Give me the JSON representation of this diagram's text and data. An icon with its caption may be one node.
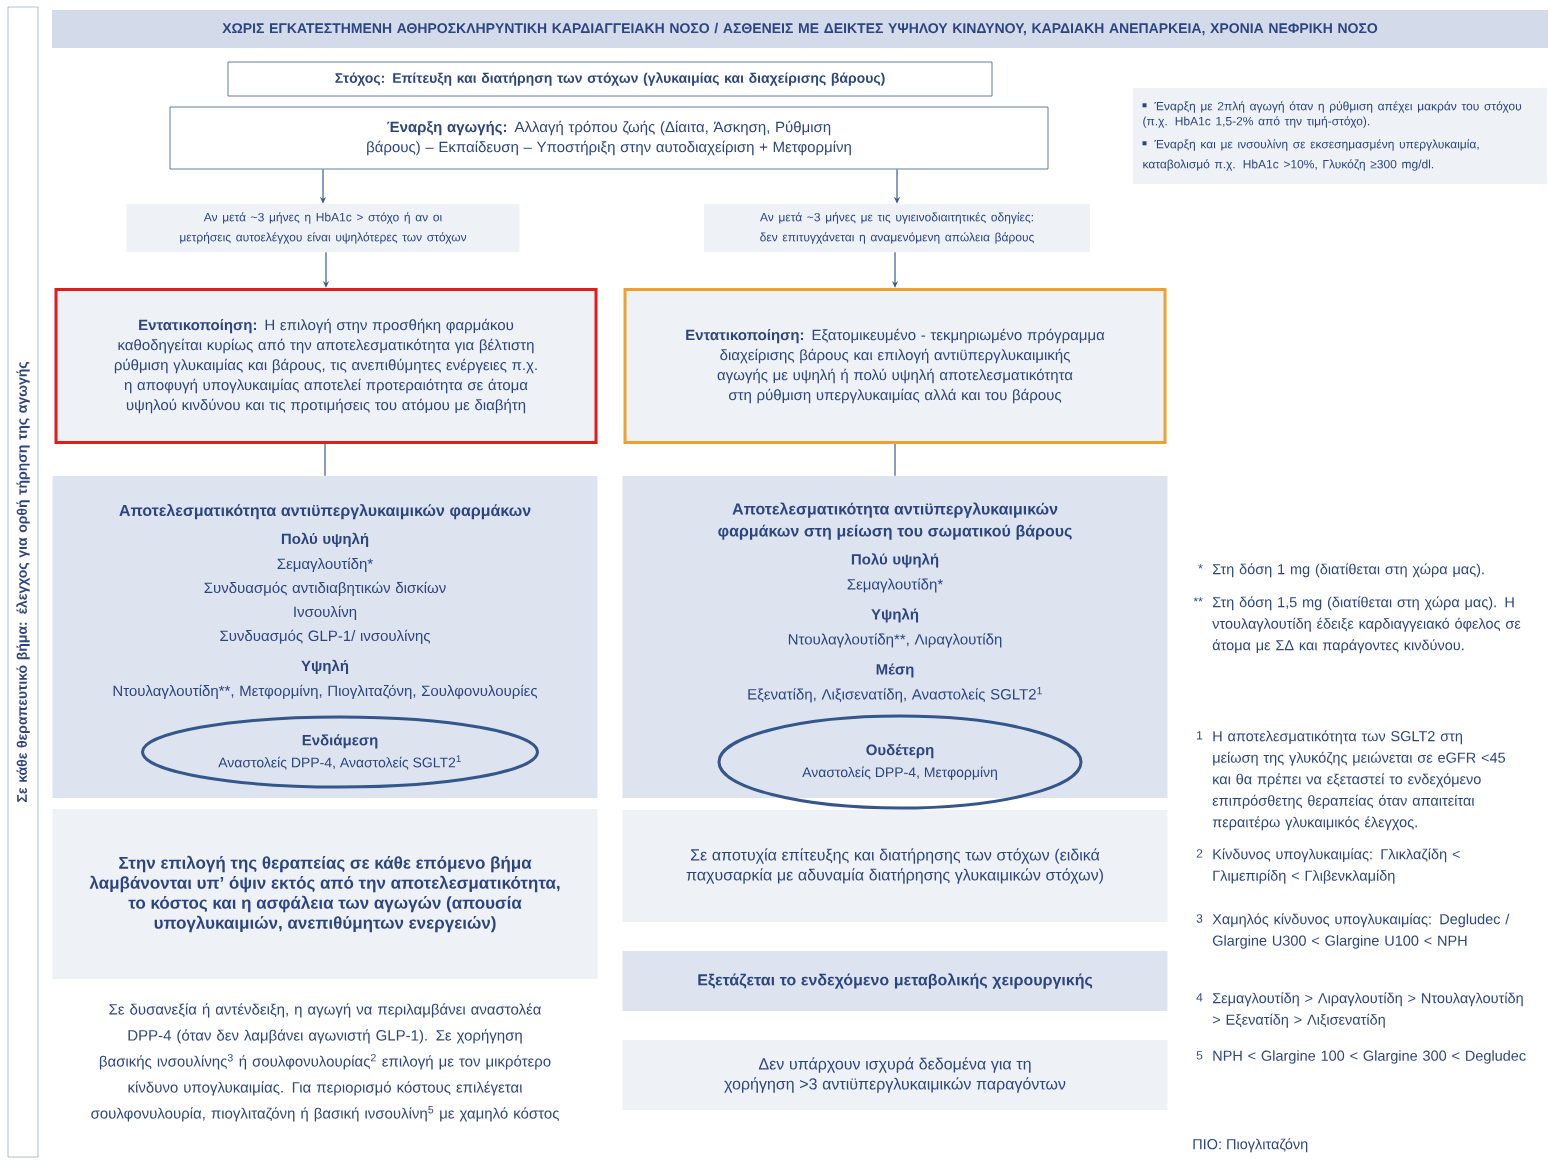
{
  "diagram": {
    "nodes": [
      {
        "text": [
          "Σε κάθε θεραπευτικό βήμα: έλεγχος για ορθή τήρηση της αγωγής"
        ]
      },
      {
        "text": [
          "ΧΩΡΙΣ ΕΓΚΑΤΕΣΤΗΜΕΝΗ ΑΘΗΡΟΣΚΛΗΡΥΝΤΙΚΗ ΚΑΡΔΙΑΓΓΕΙΑΚΗ ΝΟΣΟ / ΑΣΘΕΝΕΙΣ ΜΕ ΔΕΙΚΤΕΣ ΥΨΗΛΟΥ ΚΙΝΔΥΝΟΥ, ΚΑΡΔΙΑΚΗ ΑΝΕΠΑΡΚΕΙΑ, ΧΡΟΝΙΑ ΝΕΦΡΙΚΗ ΝΟΣΟ"
        ]
      },
      {
        "text": [
          "Στόχος: Επίτευξη και διατήρηση των στόχων (γλυκαιμίας και διαχείρισης βάρους)"
        ]
      },
      {
        "text": [
          "**Έναρξη αγωγής:** Αλλαγή τρόπου ζωής (Δίαιτα, Άσκηση, Ρύθμιση βάρους) – Εκπαίδευση – Υποστήριξη στην αυτοδιαχείριση + Μετφορμίνη"
        ]
      },
      {
        "text": [
          "Έναρξη με 2πλή αγωγή όταν η ρύθμιση απέχει μακράν του στόχου (π.χ. HbA1c 1,5-2% από την τιμή-στόχο).",
          "Έναρξη και με ινσουλίνη σε εκσεσημασμένη υπεργλυκαιμία, καταβολισμό π.χ. HbA1c >10%, Γλυκόζη ≥300 mg/dl."
        ]
      },
      {
        "text": [
          "Αν μετά ~3 μήνες η HbA1c > στόχο ή αν οι μετρήσεις αυτοελέγχου είναι υψηλότερες των στόχων"
        ]
      },
      {
        "text": [
          "Αν μετά ~3 μήνες με τις υγιεινοδιαιτητικές οδηγίες: δεν επιτυγχάνεται η αναμενόμενη απώλεια βάρους"
        ]
      },
      {
        "text": [
          "**Εντατικοποίηση:** Η επιλογή στην προσθήκη φαρμάκου καθοδηγείται κυρίως από την αποτελεσματικότητα για βέλτιστη ρύθμιση γλυκαιμίας και βάρους, τις ανεπιθύμητες ενέργειες π.χ. η αποφυγή υπογλυκαιμίας αποτελεί προτεραιότητα σε άτομα υψηλού κινδύνου και τις προτιμήσεις του ατόμου με διαβήτη"
        ]
      },
      {
        "text": [
          "**Εντατικοποίηση:** Εξατομικευμένο - τεκμηριωμένο πρόγραμμα διαχείρισης βάρους και επιλογή αντιϋπεργλυκαιμικής αγωγής με υψηλή ή πολύ υψηλή αποτελεσματικότητα στη ρύθμιση υπεργλυκαιμίας αλλά και του βάρους"
        ]
      },
      {
        "text": [
          "Αποτελεσματικότητα αντιϋπεργλυκαιμικών φαρμάκων",
          "Πολύ υψηλή",
          "Σεμαγλουτίδη*",
          "Συνδυασμός αντιδιαβητικών δισκίων",
          "Ινσουλίνη",
          "Συνδυασμός GLP-1/ ινσουλίνης",
          "Υψηλή",
          "Ντουλαγλουτίδη**, Μετφορμίνη, Πιογλιταζόνη, Σουλφονυλουρίες"
        ]
      },
      {
        "text": [
          "Ενδιάμεση",
          "Αναστολείς DPP-4, Αναστολείς SGLT2$^{1}$"
        ],
        "in": 9
      },
      {
        "text": [
          "Αποτελεσματικότητα αντιϋπεργλυκαιμικών φαρμάκων στη μείωση του σωματικού βάρους",
          "Πολύ υψηλή",
          "Σεμαγλουτίδη*",
          "Υψηλή",
          "Ντουλαγλουτίδη**, Λιραγλουτίδη",
          "Μέση",
          "Εξενατίδη, Λιξισενατίδη, Αναστολείς SGLT2$^{1}$"
        ]
      },
      {
        "text": [
          "Ουδέτερη",
          "Αναστολείς DPP-4, Μετφορμίνη"
        ],
        "in": 11
      },
      {
        "text": [
          "Στην επιλογή της θεραπείας σε κάθε επόμενο βήμα λαμβάνονται υπ’ όψιν εκτός από την αποτελεσματικότητα, το κόστος και η ασφάλεια των αγωγών (απουσία υπογλυκαιμιών, ανεπιθύμητων ενεργειών)"
        ]
      },
      {
        "text": [
          "Σε αποτυχία επίτευξης και διατήρησης των στόχων (ειδικά παχυσαρκία με αδυναμία διατήρησης γλυκαιμικών στόχων)"
        ]
      },
      {
        "text": [
          "Εξετάζεται το ενδεχόμενο μεταβολικής χειρουργικής"
        ]
      },
      {
        "text": [
          "Δεν υπάρχουν ισχυρά δεδομένα για τη χορήγηση >3 αντιϋπεργλυκαιμικών παραγόντων"
        ]
      }
    ],
    "edges": [
      {
        "from": 3,
        "to": 5,
        "arrow": "to"
      },
      {
        "from": 5,
        "to": 7,
        "arrow": "to"
      },
      {
        "from": 3,
        "to": 6,
        "arrow": "to"
      },
      {
        "from": 6,
        "to": 8,
        "arrow": "to"
      },
      {
        "from": 7,
        "to": 9,
        "arrow": "none"
      },
      {
        "from": 8,
        "to": 11,
        "arrow": "none"
      }
    ],
    "labels": [
      "Σε δυσανεξία ή αντένδειξη, η αγωγή να περιλαμβάνει αναστολέα DPP-4 (όταν δεν λαμβάνει αγωνιστή GLP-1). Σε χορήγηση βασικής ινσουλίνης$^{3}$ ή σουλφονυλουρίας$^{2}$ επιλογή με τον μικρότερο κίνδυνο υπογλυκαιμίας. Για περιορισμό κόστους επιλέγεται σουλφονυλουρία, πιογλιταζόνη ή βασική ινσουλίνη$^{5}$ με χαμηλό κόστος",
      "*",
      "Στη δόση 1 mg (διατίθεται στη χώρα μας).",
      "**",
      "Στη δόση 1,5 mg (διατίθεται στη χώρα μας). Η ντουλαγλουτίδη έδειξε καρδιαγγειακό όφελος σε άτομα με ΣΔ και παράγοντες κινδύνου.",
      "1",
      "Η αποτελεσματικότητα των SGLT2 στη μείωση της γλυκόζης μειώνεται σε eGFR <45 και θα πρέπει να εξεταστεί το ενδεχόμενο επιπρόσθετης θεραπείας όταν απαιτείται περαιτέρω γλυκαιμικός έλεγχος.",
      "2",
      "Κίνδυνος υπογλυκαιμίας: Γλικλαζίδη < Γλιμεπιρίδη < Γλιβενκλαμίδη",
      "3",
      "Χαμηλός κίνδυνος υπογλυκαιμίας: Degludec / Glargine U300 < Glargine U100 < NPH",
      "4",
      "Σεμαγλουτίδη > Λιραγλουτίδη > Ντουλαγλουτίδη > Εξενατίδη > Λιξισενατίδη",
      "5",
      "NPH < Glargine 100 < Glargine 300 < Degludec",
      "ΠΙΟ: Πιογλιταζόνη"
    ]
  }
}
